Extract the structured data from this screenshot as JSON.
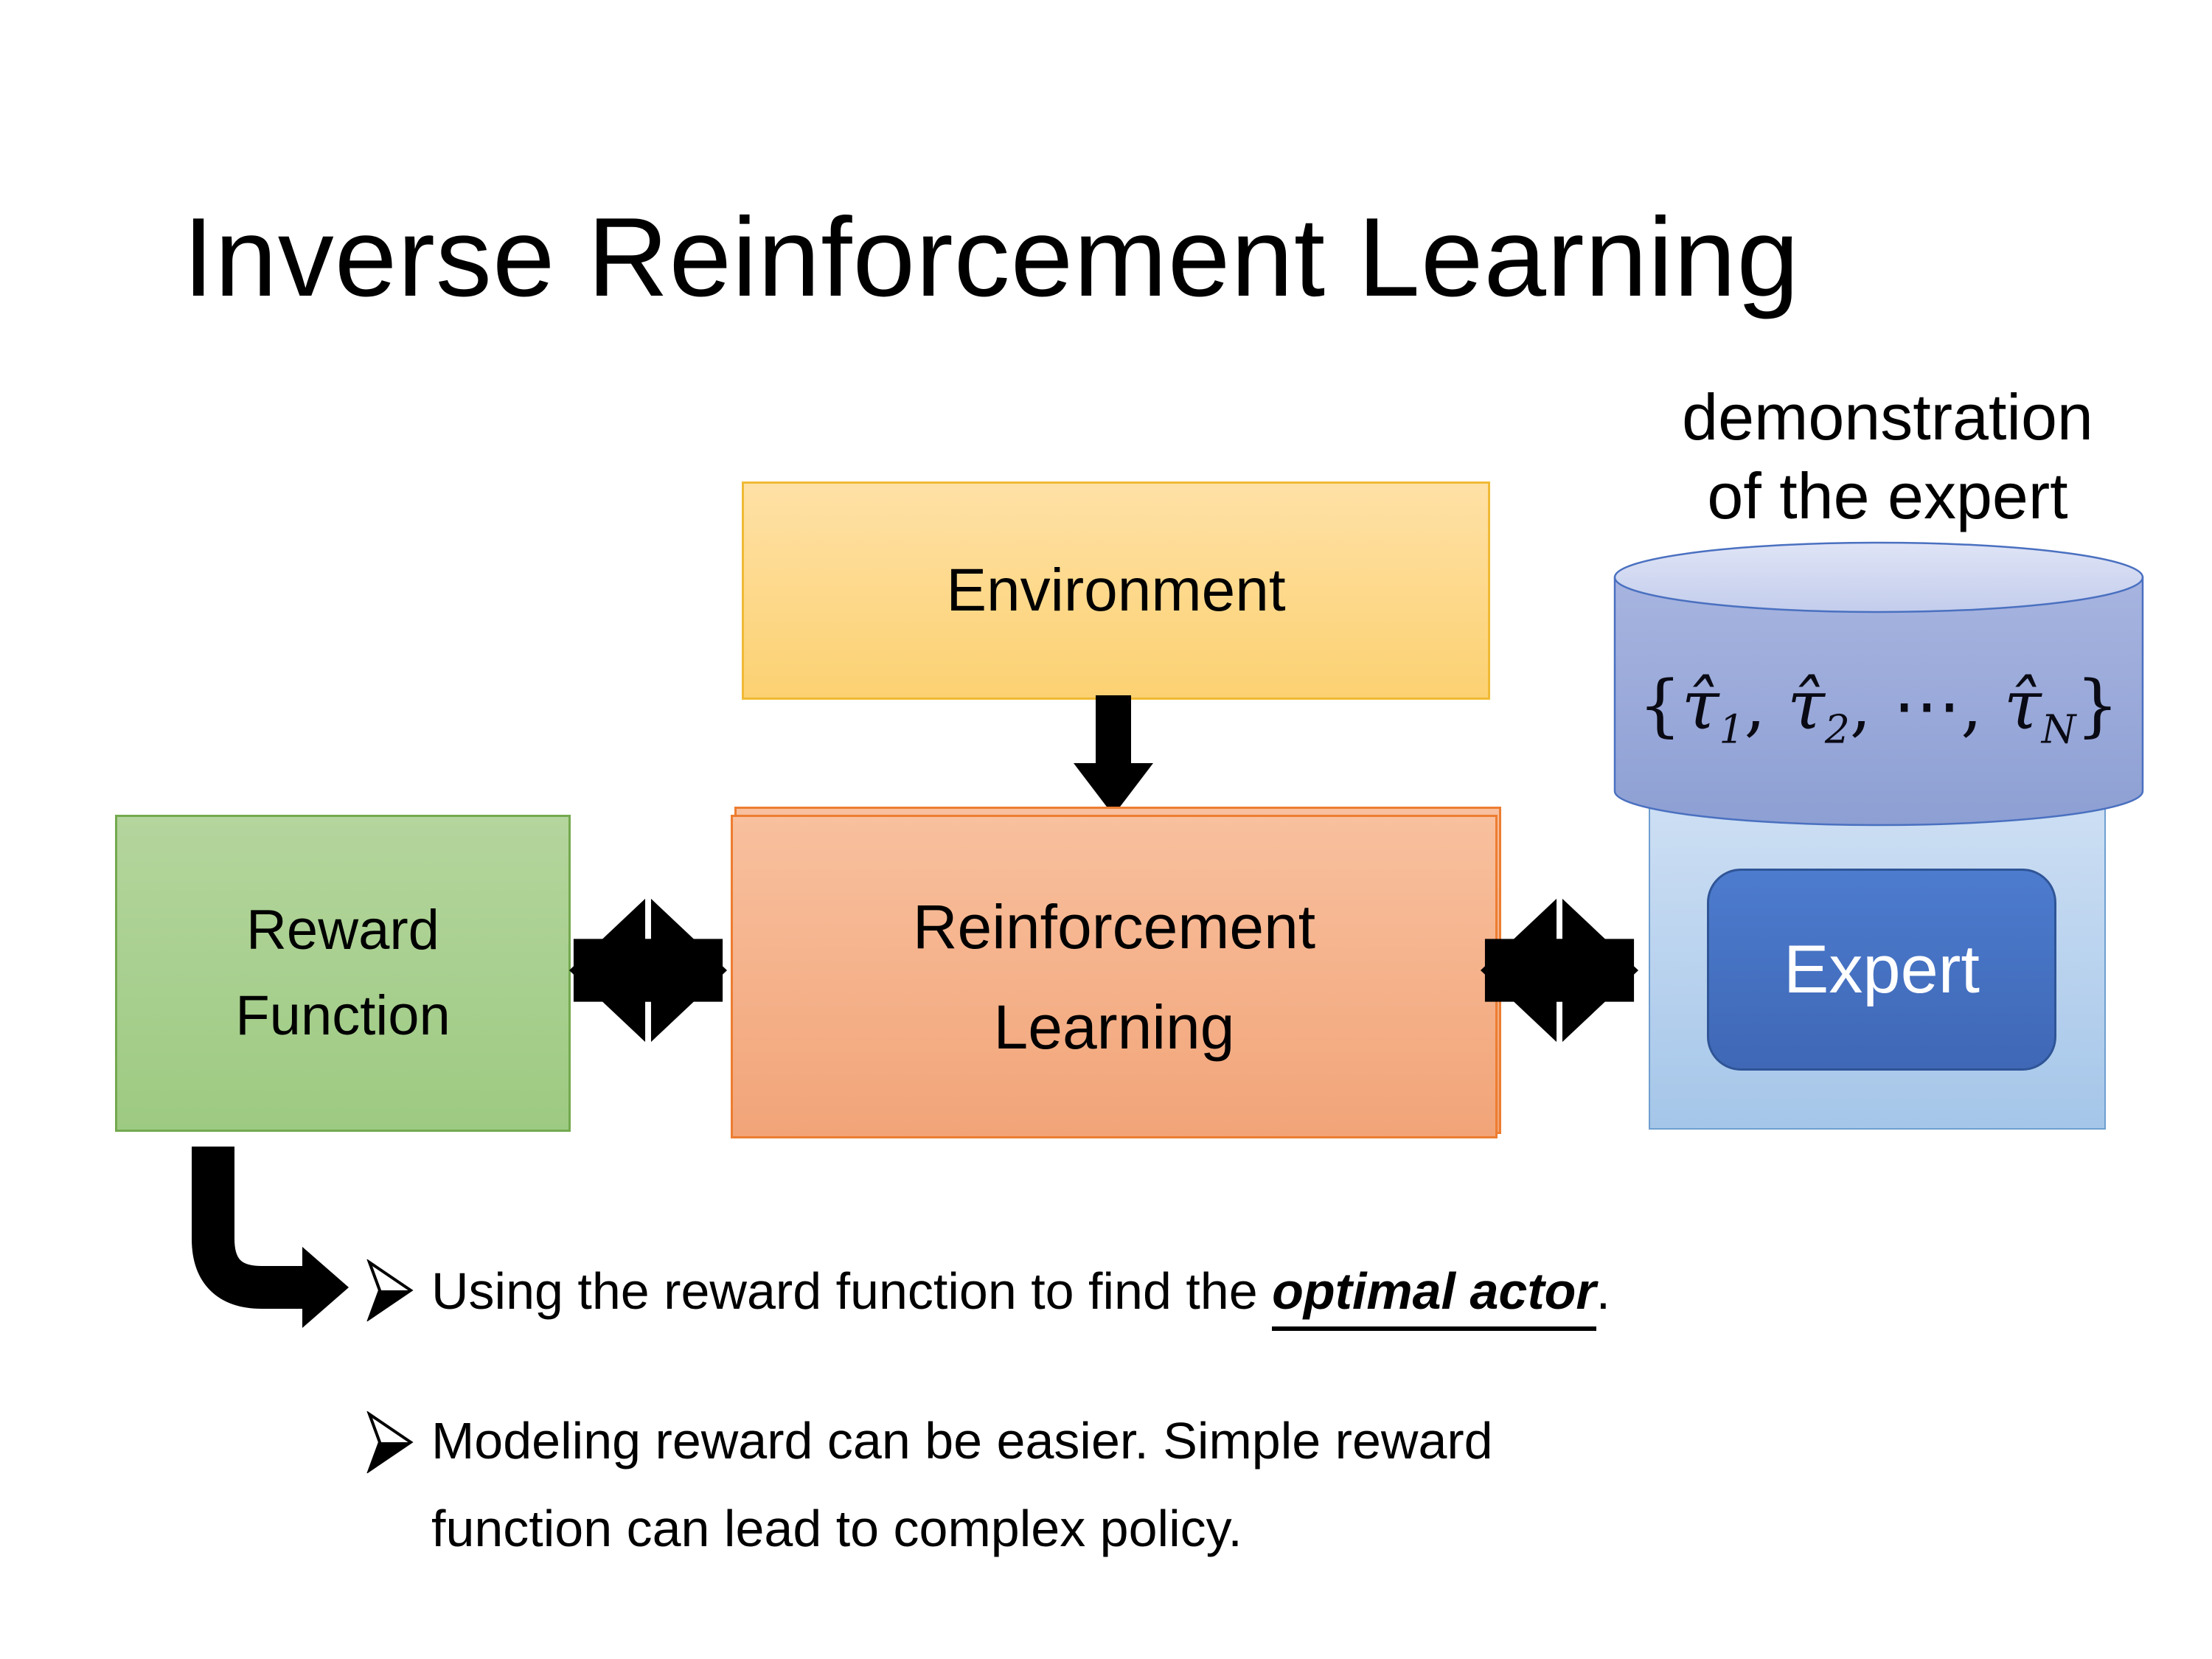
{
  "slide": {
    "title": "Inverse Reinforcement Learning",
    "background_color": "#ffffff",
    "text_color": "#000000"
  },
  "diagram": {
    "demo_label": {
      "line1": "demonstration",
      "line2": "of the expert"
    },
    "environment": {
      "label": "Environment",
      "fill_top": "#ffe1a6",
      "fill_bottom": "#fcd172",
      "border": "#f0ba35"
    },
    "reward_function": {
      "line1": "Reward",
      "line2": "Function",
      "fill_top": "#b4d59d",
      "fill_bottom": "#9dca82",
      "border": "#74a94f"
    },
    "reinforcement_learning": {
      "line1": "Reinforcement",
      "line2": "Learning",
      "fill_top": "#f8c09e",
      "fill_bottom": "#f2a478",
      "border": "#ed7d31"
    },
    "expert": {
      "label": "Expert",
      "fill_top": "#4d7bce",
      "fill_bottom": "#3f68b6",
      "border": "#2f5597",
      "container_fill_top": "#cfe0f4",
      "container_fill_bottom": "#a5c6e9",
      "container_border": "#6f9fd0"
    },
    "database": {
      "body_fill_top": "#a7b4e0",
      "body_fill_bottom": "#8d9fd3",
      "cap_fill": "#d7ddf3",
      "border": "#4a70c0",
      "math": {
        "open": "{",
        "tau1": "τ̂",
        "sub1": "1",
        "comma1": ", ",
        "tau2": "τ̂",
        "sub2": "2",
        "comma2": ", ",
        "dots": "⋯",
        "comma3": ", ",
        "tau3": "τ̂",
        "sub3": "N",
        "close": "}"
      }
    },
    "arrow_color": "#000000"
  },
  "bullets": {
    "item1": {
      "prefix": "Using the reward function to find the ",
      "emphasis": "optimal actor",
      "suffix": "."
    },
    "item2": {
      "line1": "Modeling reward can be easier. Simple reward",
      "line2": "function can lead to complex policy."
    }
  }
}
